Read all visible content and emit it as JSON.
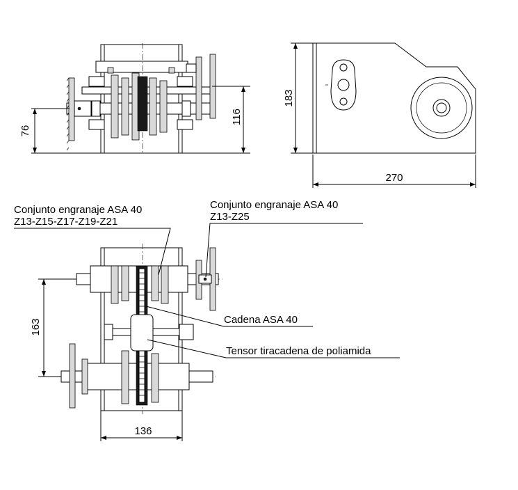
{
  "dimensions": {
    "top_left_height_76": "76",
    "top_left_height_116": "116",
    "side_height_183": "183",
    "side_length_270": "270",
    "bottom_height_163": "163",
    "bottom_width_136": "136"
  },
  "labels": {
    "gear_set_left_line1": "Conjunto engranaje ASA 40",
    "gear_set_left_line2": "Z13-Z15-Z17-Z19-Z21",
    "gear_set_right_line1": "Conjunto engranaje ASA 40",
    "gear_set_right_line2": "Z13-Z25",
    "chain": "Cadena ASA 40",
    "tensioner": "Tensor tiracadena de poliamida"
  }
}
